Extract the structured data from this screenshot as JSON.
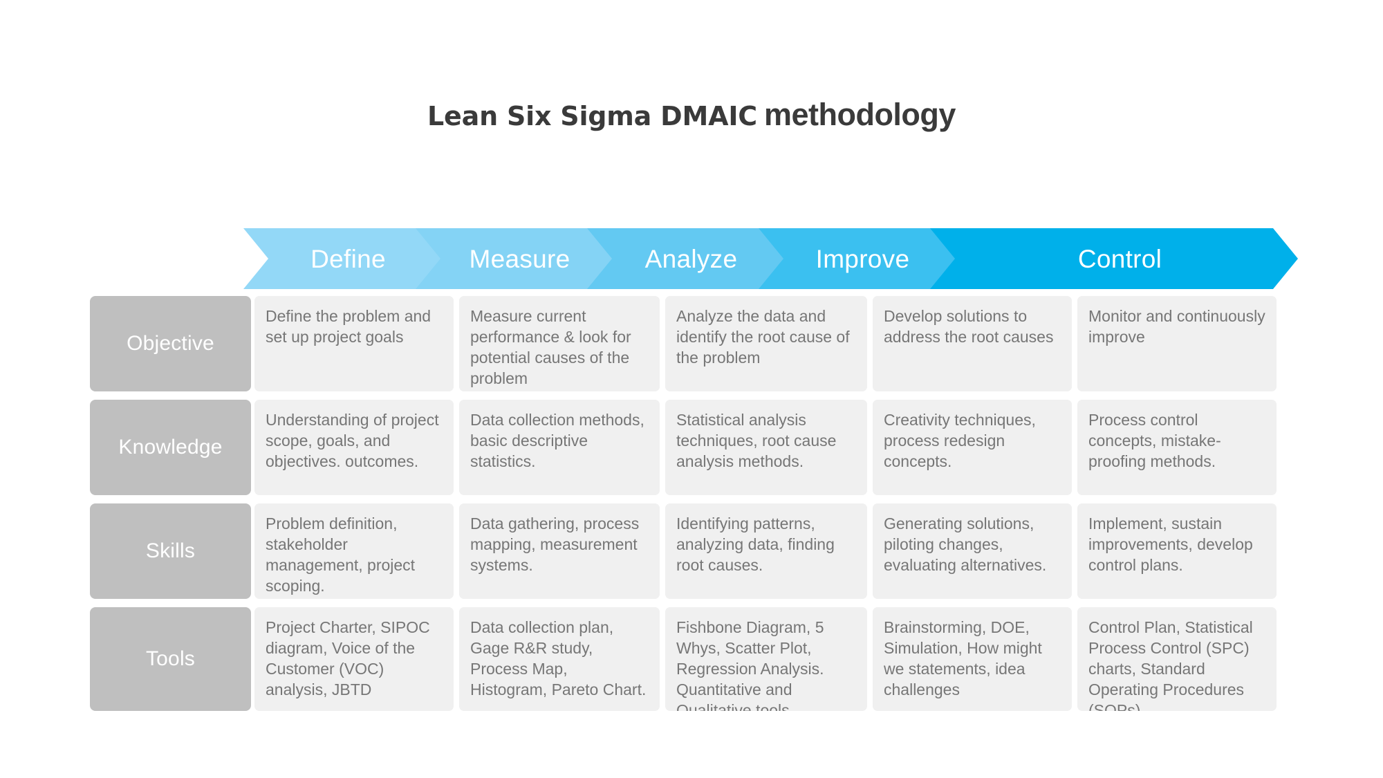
{
  "title": {
    "strong": "Lean Six Sigma DMAIC",
    "light": "methodology"
  },
  "colors": {
    "phase_define": "#93D8F7",
    "phase_measure": "#84D3F5",
    "phase_analyze": "#63C9F2",
    "phase_improve": "#3BC0F0",
    "phase_control": "#00B0EA",
    "row_label_bg": "#BFBFBF",
    "cell_bg": "#F0F0F0",
    "cell_text": "#767676",
    "title_text": "#3A3A3A",
    "page_bg": "#FFFFFF"
  },
  "phases": [
    {
      "label": "Define",
      "color": "#93D8F7"
    },
    {
      "label": "Measure",
      "color": "#84D3F5"
    },
    {
      "label": "Analyze",
      "color": "#63C9F2"
    },
    {
      "label": "Improve",
      "color": "#3BC0F0"
    },
    {
      "label": "Control",
      "color": "#00B0EA"
    }
  ],
  "rows": [
    {
      "label": "Objective",
      "cells": [
        "Define the problem and set up project goals",
        "Measure current performance & look for potential causes of the problem",
        "Analyze the data and identify the root cause of the problem",
        "Develop solutions to address the root causes",
        "Monitor and continuously improve"
      ]
    },
    {
      "label": "Knowledge",
      "cells": [
        "Understanding of project scope, goals, and objectives. outcomes.",
        "Data collection methods, basic descriptive statistics.",
        "Statistical analysis techniques, root cause analysis methods.",
        "Creativity techniques, process redesign concepts.",
        "Process control concepts, mistake-proofing methods."
      ]
    },
    {
      "label": "Skills",
      "cells": [
        "Problem definition, stakeholder management, project scoping.",
        "Data gathering, process mapping, measurement systems.",
        "Identifying patterns, analyzing data, finding root causes.",
        "Generating solutions, piloting changes, evaluating alternatives.",
        "Implement, sustain improvements, develop control plans."
      ]
    },
    {
      "label": "Tools",
      "cells": [
        "Project Charter, SIPOC diagram, Voice of the Customer (VOC) analysis, JBTD",
        "Data collection plan, Gage R&R study, Process Map, Histogram, Pareto Chart.",
        "Fishbone Diagram, 5 Whys, Scatter Plot, Regression Analysis. Quantitative and Qualitative tools",
        "Brainstorming, DOE, Simulation, How might we statements, idea challenges",
        "Control Plan, Statistical Process Control (SPC) charts, Standard Operating Procedures (SOPs)"
      ]
    }
  ]
}
